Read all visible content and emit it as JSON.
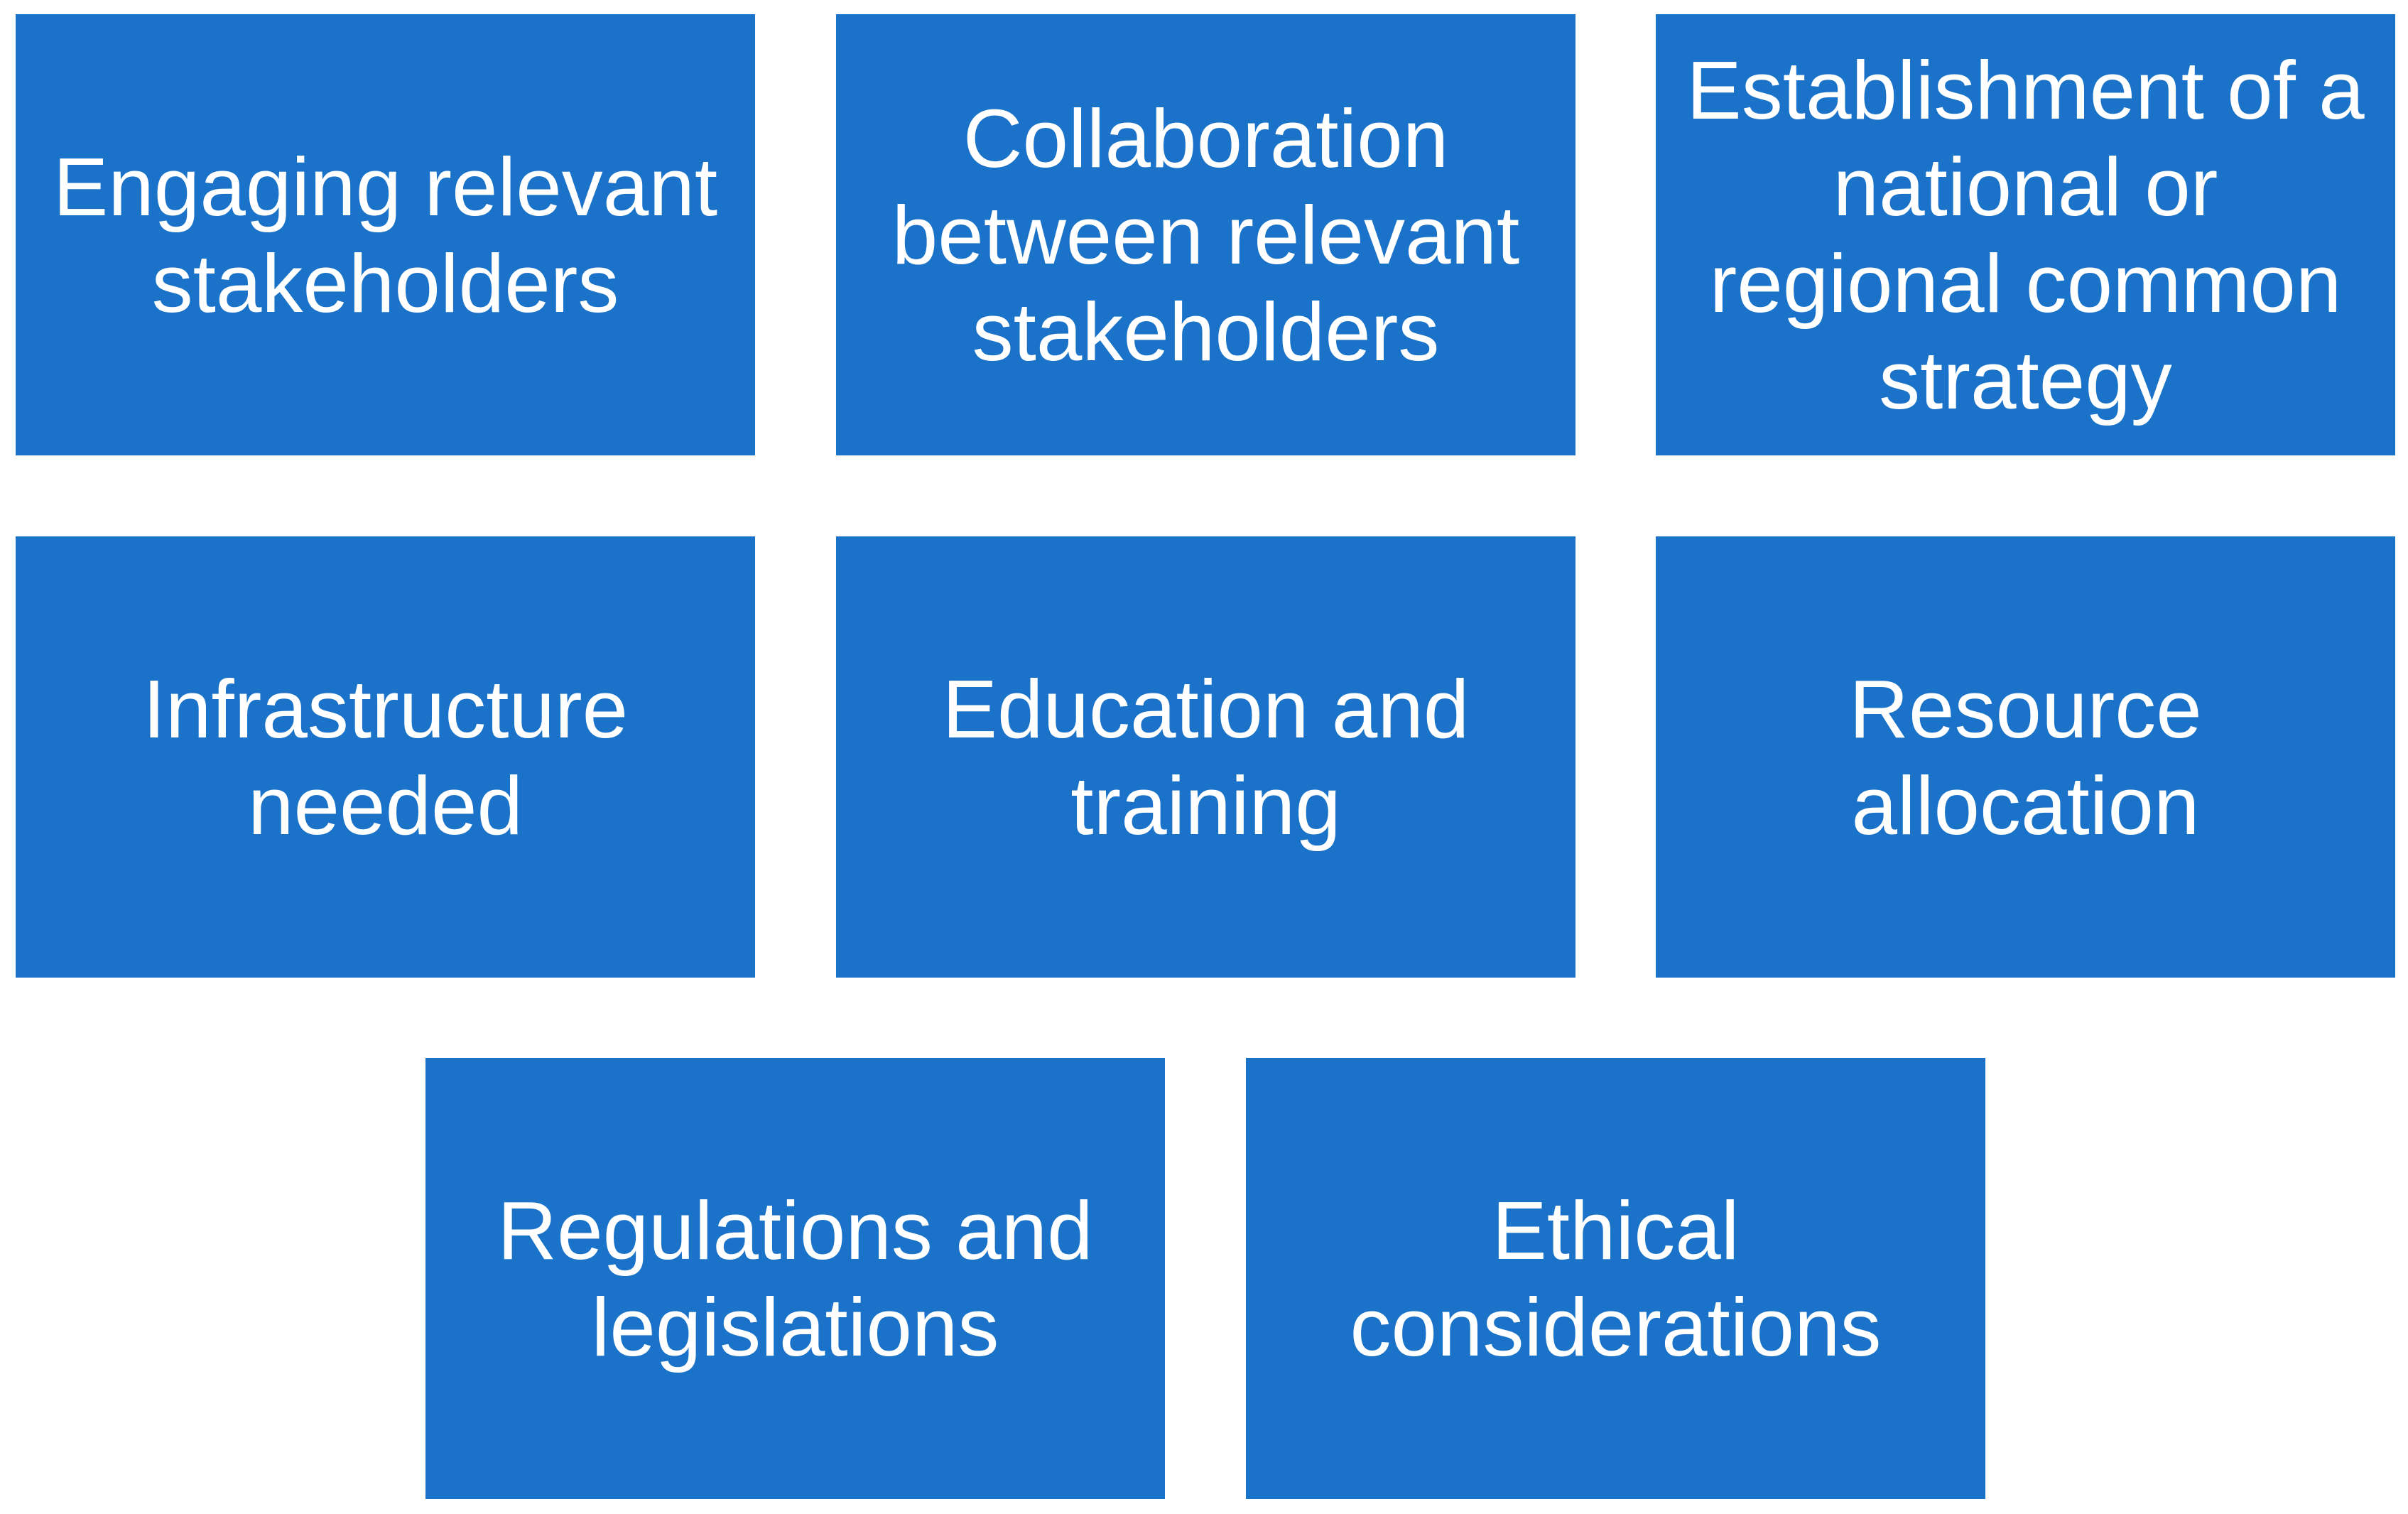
{
  "colors": {
    "box_fill": "#1a73c8",
    "text": "#ffffff",
    "background": "#ffffff"
  },
  "boxes": [
    {
      "label": "Engaging relevant\nstakeholders"
    },
    {
      "label": "Collaboration\nbetween relevant\nstakeholders"
    },
    {
      "label": "Establishment of a\nnational or\nregional common\nstrategy"
    },
    {
      "label": "Infrastructure\nneeded"
    },
    {
      "label": "Education and\ntraining"
    },
    {
      "label": "Resource\nallocation"
    },
    {
      "label": "Regulations and\nlegislations"
    },
    {
      "label": "Ethical\nconsiderations"
    }
  ]
}
